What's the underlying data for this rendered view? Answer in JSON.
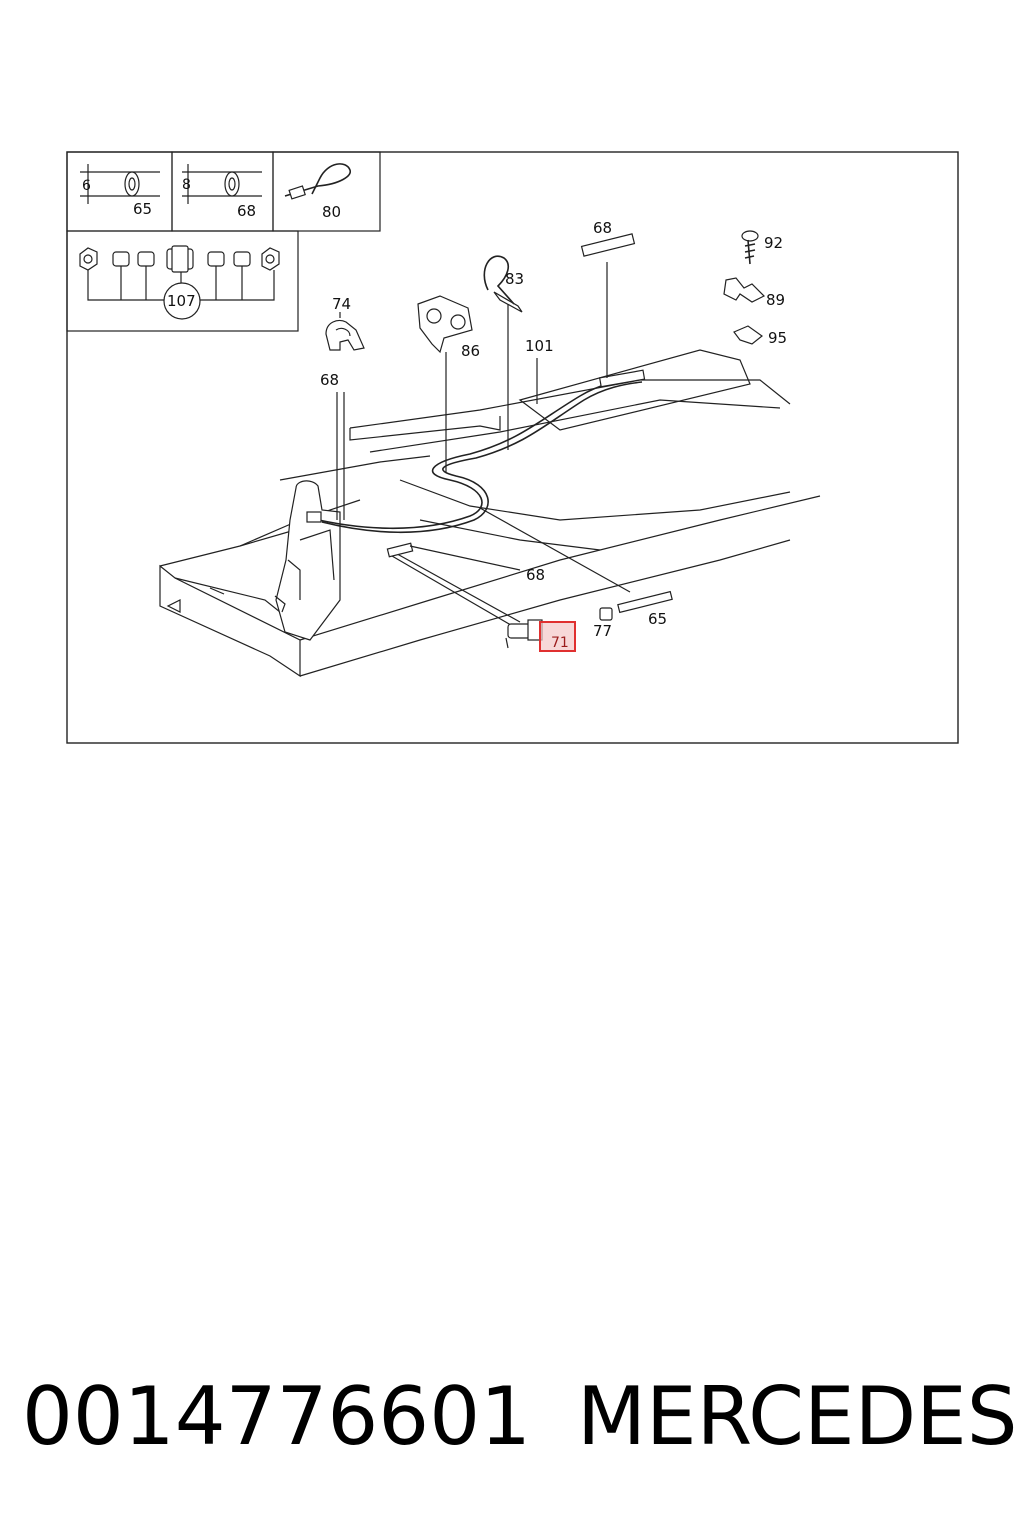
{
  "legend": {
    "box1": {
      "dim": "6",
      "part": "65"
    },
    "box2": {
      "dim": "8",
      "part": "68"
    },
    "box3": {
      "part": "80"
    },
    "kit": {
      "part": "107"
    }
  },
  "callouts": {
    "c74": "74",
    "c68_left": "68",
    "c86": "86",
    "c83": "83",
    "c101": "101",
    "c68_top": "68",
    "c92": "92",
    "c89": "89",
    "c95": "95",
    "c68_mid": "68",
    "c71": "71",
    "c77": "77",
    "c65": "65"
  },
  "highlight": {
    "color": "#e03030",
    "fill": "#f4c7c7"
  },
  "footer": {
    "part_number": "0014776601",
    "brand": "MERCEDES"
  }
}
